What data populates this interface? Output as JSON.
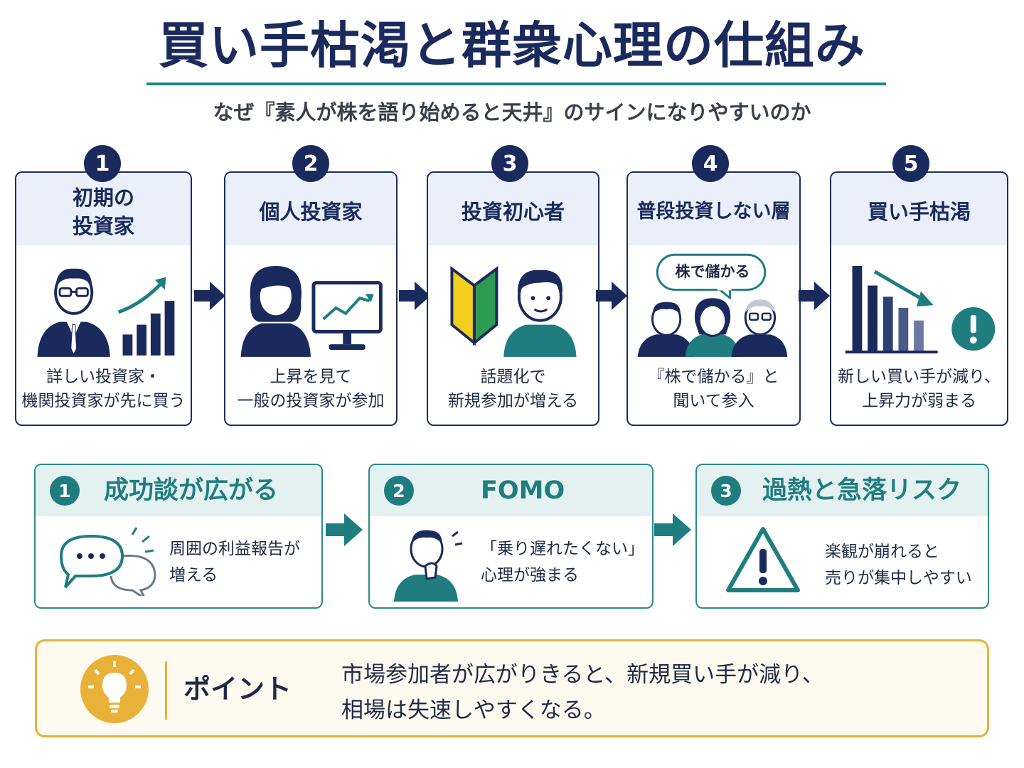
{
  "title": "買い手枯渇と群衆心理の仕組み",
  "subtitle": "なぜ『素人が株を語り始めると天井』のサインになりやすいのか",
  "steps": [
    {
      "number": "1",
      "title": "初期の\n投資家",
      "text": "詳しい投資家・\n機関投資家が先に買う"
    },
    {
      "number": "2",
      "title": "個人投資家",
      "text": "上昇を見て\n一般の投資家が参加"
    },
    {
      "number": "3",
      "title": "投資初心者",
      "text": "話題化で\n新規参加が増える"
    },
    {
      "number": "4",
      "title": "普段投資しない層",
      "bubble": "株で儲かる",
      "text": "『株で儲かる』と\n聞いて参入"
    },
    {
      "number": "5",
      "title": "買い手枯渇",
      "text": "新しい買い手が減り、\n上昇力が弱まる"
    }
  ],
  "process": [
    {
      "number": "1",
      "title": "成功談が広がる",
      "text": "周囲の利益報告が\n増える"
    },
    {
      "number": "2",
      "title": "FOMO",
      "text": "「乗り遅れたくない」\n心理が強まる"
    },
    {
      "number": "3",
      "title": "過熱と急落リスク",
      "text": "楽観が崩れると\n売りが集中しやすい"
    }
  ],
  "point": {
    "label": "ポイント",
    "text": "市場参加者が広がりきると、新規買い手が減り、\n相場は失速しやすくなる。"
  },
  "colors": {
    "navy": "#1b2a5c",
    "teal": "#1f7d80",
    "gold": "#e8b23a",
    "head_bg": "#e9f0fa"
  }
}
